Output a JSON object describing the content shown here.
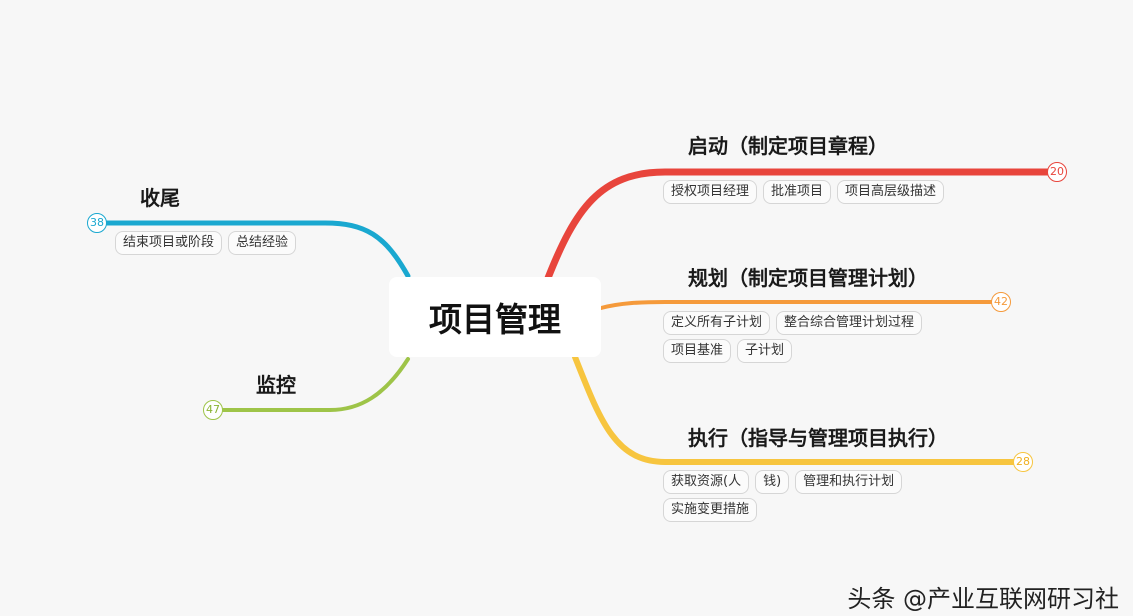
{
  "root": {
    "label": "项目管理"
  },
  "branches": {
    "start": {
      "title": "启动（制定项目章程）",
      "count": "20",
      "color": "#e8453c",
      "tags": [
        "授权项目经理",
        "批准项目",
        "项目高层级描述"
      ]
    },
    "plan": {
      "title": "规划（制定项目管理计划）",
      "count": "42",
      "color": "#f59a3b",
      "tags": [
        "定义所有子计划",
        "整合综合管理计划过程",
        "项目基准",
        "子计划"
      ]
    },
    "execute": {
      "title": "执行（指导与管理项目执行）",
      "count": "28",
      "color": "#f7c53f",
      "tags": [
        "获取资源(人",
        "钱)",
        "管理和执行计划",
        "实施变更措施"
      ]
    },
    "close": {
      "title": "收尾",
      "count": "38",
      "color": "#1aa8d0",
      "tags": [
        "结束项目或阶段",
        "总结经验"
      ]
    },
    "monitor": {
      "title": "监控",
      "count": "47",
      "color": "#9ec448",
      "tags": []
    }
  },
  "watermark": "头条 @产业互联网研习社"
}
